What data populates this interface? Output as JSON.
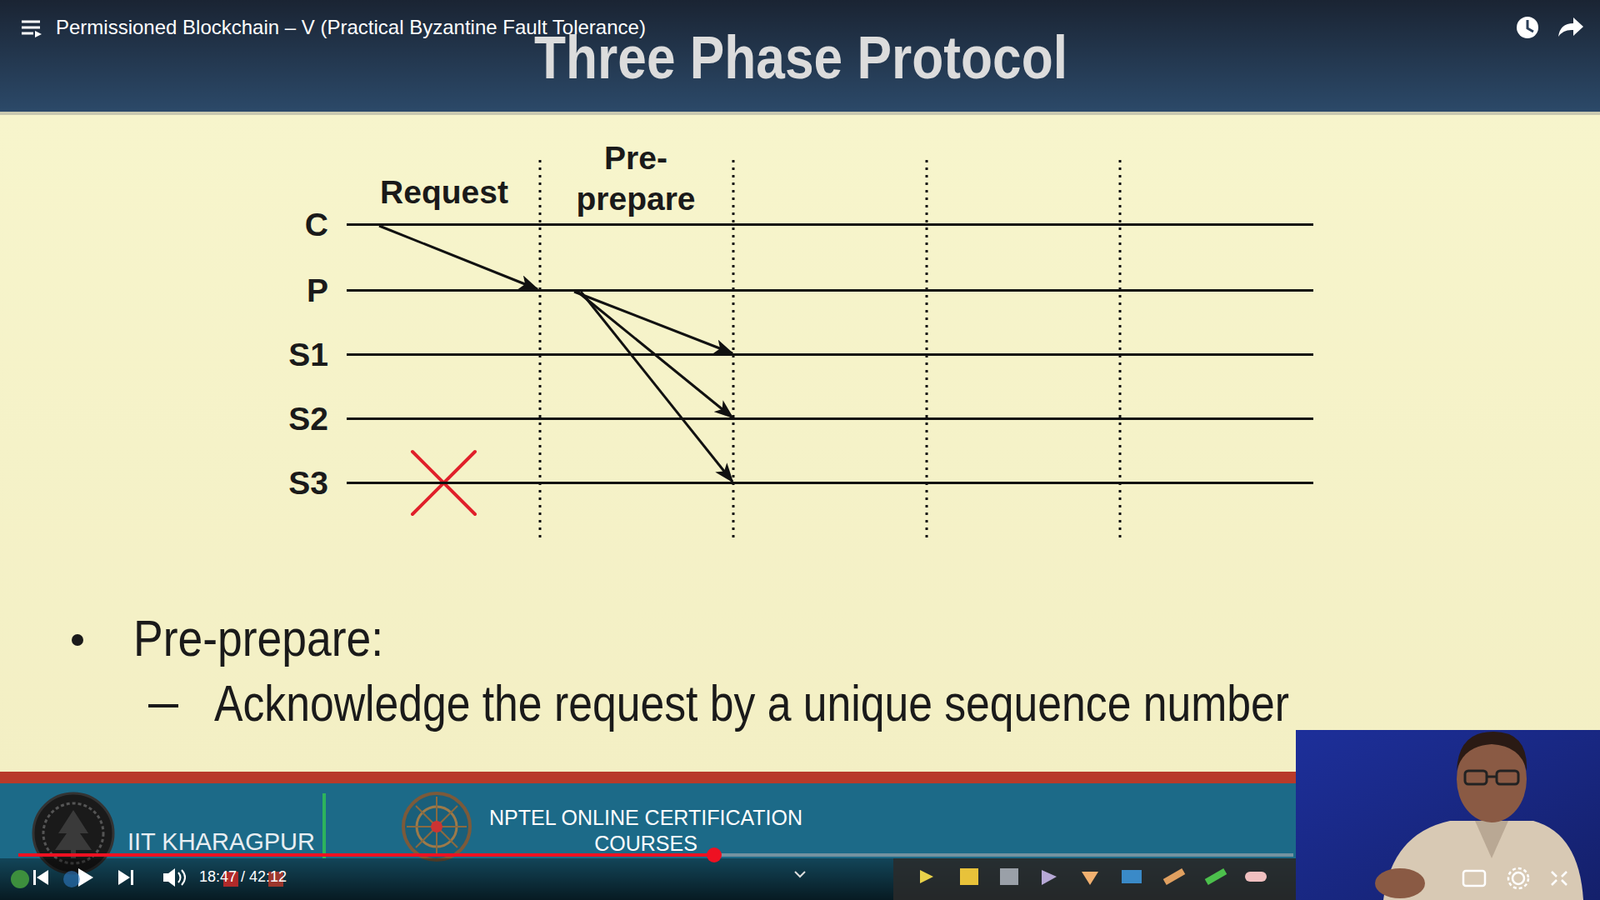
{
  "diagram": {
    "title": "Three Phase Protocol",
    "nodes": [
      {
        "text": [
          "C"
        ]
      },
      {
        "text": [
          "P"
        ]
      },
      {
        "text": [
          "S1"
        ]
      },
      {
        "text": [
          "S2"
        ]
      },
      {
        "text": [
          "S3"
        ]
      }
    ],
    "edges": [
      {
        "from": 0,
        "to": 1,
        "arrow": "to"
      },
      {
        "from": 1,
        "to": 2,
        "arrow": "to"
      },
      {
        "from": 1,
        "to": 3,
        "arrow": "to"
      },
      {
        "from": 1,
        "to": 4,
        "arrow": "to"
      }
    ],
    "labels": [
      "Permissioned Blockchain – V (Practical Byzantine Fault Tolerance)",
      "Request",
      "Pre- prepare",
      "Pre-prepare:",
      "Acknowledge the request by a unique sequence number",
      "IIT KHARAGPUR",
      "NPTEL ONLINE CERTIFICATION COURSES",
      "18:47 / 42:12"
    ]
  }
}
